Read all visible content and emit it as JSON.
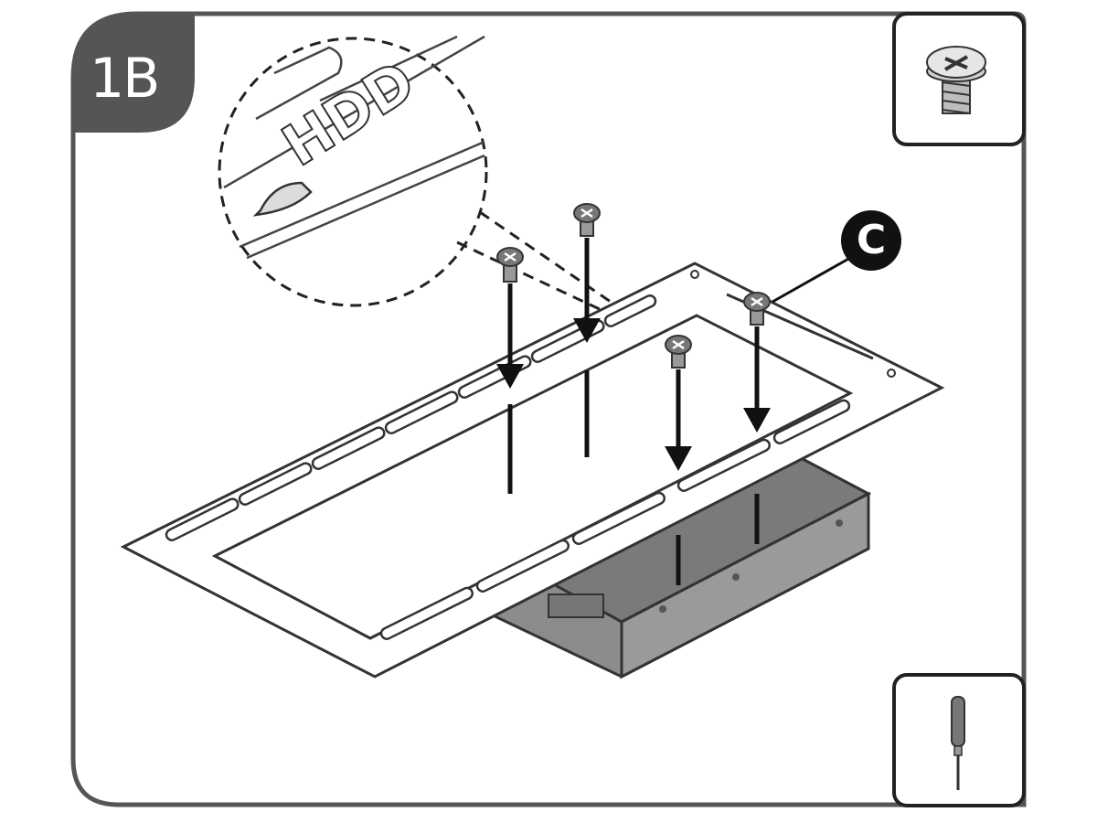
{
  "step": {
    "label": "1B"
  },
  "callout": {
    "label": "C"
  },
  "zoom_detail": {
    "embossed_text": "HDD"
  },
  "colors": {
    "badge": "#555555",
    "frame_stroke": "#444444",
    "drive_body": "#8c8c8c",
    "drive_top": "#7a7a7a",
    "plate_fill": "#ffffff",
    "line": "#222222"
  },
  "icons": {
    "screw_box": "screw-icon",
    "tool_box": "screwdriver-icon"
  }
}
